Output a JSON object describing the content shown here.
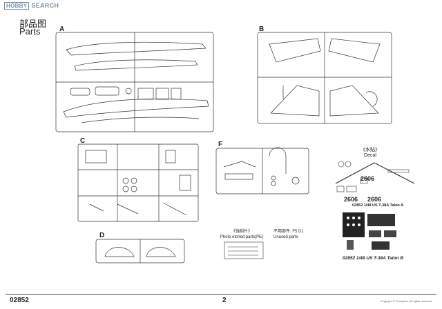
{
  "watermark": {
    "logo": "HOBBY",
    "text": "SEARCH"
  },
  "heading": {
    "cn": "部品图",
    "en": "Parts"
  },
  "sprues": {
    "a": "A",
    "b": "B",
    "c": "C",
    "d": "D",
    "f": "F"
  },
  "decal": {
    "label_cn": "《水贴》",
    "label_en": "Decal",
    "number": "2606",
    "sheet_a": "02852 1/48 US T-38A Talon A",
    "sheet_b": "02852 1/48 US T-38A Talon B"
  },
  "photo_etched": {
    "cn": "《蚀刻片》",
    "en": "Photo etched parts(PE)"
  },
  "unused": {
    "cn": "不用部件:",
    "en": "Unused parts",
    "parts": "F5  D1"
  },
  "footer": {
    "code": "02852",
    "page": "2",
    "copyright": "Copyright © Trumpeter. All rights reserved."
  },
  "colors": {
    "ink": "#333333",
    "watermark": "#7a8fa6"
  }
}
